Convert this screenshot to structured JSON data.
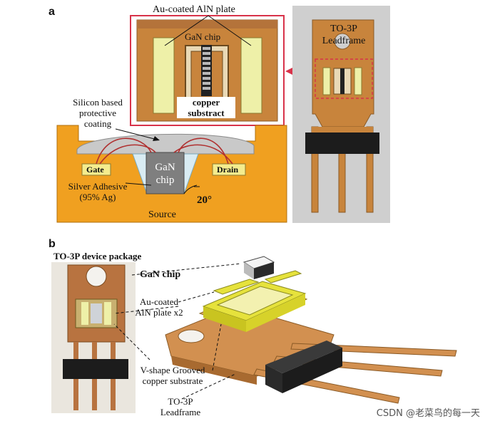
{
  "panel_a": {
    "label": "a",
    "top_inset_title": "Au-coated AlN plate",
    "gan_chip_label": "GaN chip",
    "copper_label_line1": "copper",
    "copper_label_line2": "substract",
    "leadframe_line1": "TO-3P",
    "leadframe_line2": "Leadframe",
    "coating_line1": "Silicon based",
    "coating_line2": "protective",
    "coating_line3": "coating",
    "gate_label": "Gate",
    "drain_label": "Drain",
    "chip_line1": "GaN",
    "chip_line2": "chip",
    "adhesive_line1": "Silver Adhesive",
    "adhesive_line2": "(95% Ag)",
    "angle_label": "20°",
    "source_label": "Source"
  },
  "panel_b": {
    "label": "b",
    "package_title": "TO-3P device package",
    "gan_chip_label": "GaN chip",
    "plate_line1": "Au-coated",
    "plate_line2": "AlN plate x2",
    "substrate_line1": "V-shape Grooved",
    "substrate_line2": "copper substrate",
    "leadframe_line1": "TO-3P",
    "leadframe_line2": "Leadframe"
  },
  "watermark": "CSDN @老菜鸟的每一天",
  "colors": {
    "copper": "#c8843c",
    "orange_substrate": "#f0a020",
    "plate_yellow": "#eef0a8",
    "inset_border": "#d8334a",
    "frame_gray": "#cfcfcf",
    "chip_gray": "#7f7f7f",
    "coating_gray": "#c9c9c9",
    "pad_yellow": "#f4ec8e",
    "wire_red": "#b03030",
    "black_body": "#1c1c1c"
  }
}
